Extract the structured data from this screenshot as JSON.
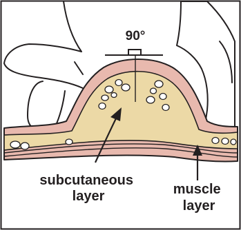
{
  "angle_label": "90°",
  "labels": {
    "subcutaneous": [
      "subcutaneous",
      "layer"
    ],
    "muscle": [
      "muscle",
      "layer"
    ]
  },
  "colors": {
    "skin": "#e8b9ae",
    "fat": "#ecd9a6",
    "outline": "#231f20",
    "fingers": "#ffffff",
    "background": "#ffffff"
  }
}
